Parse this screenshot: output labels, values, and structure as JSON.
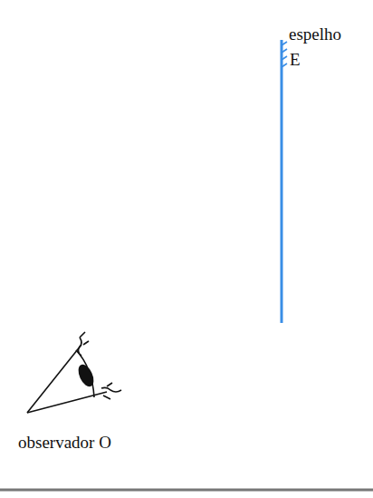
{
  "diagram": {
    "labels": [
      "espelho",
      "E",
      "observador O"
    ]
  }
}
